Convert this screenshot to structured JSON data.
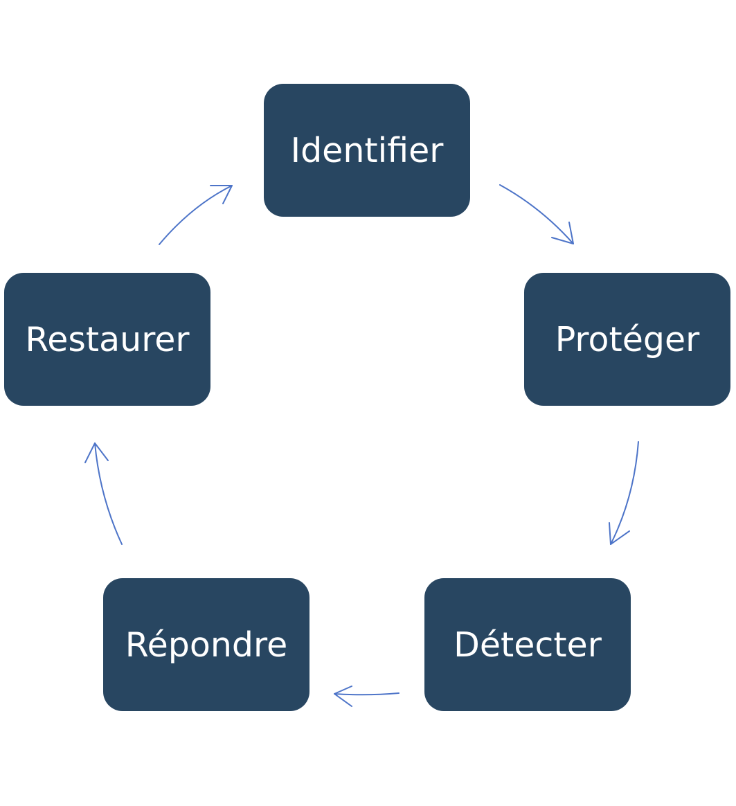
{
  "diagram": {
    "nodes": {
      "identifier": "Identifier",
      "proteger": "Protéger",
      "detecter": "Détecter",
      "repondre": "Répondre",
      "restaurer": "Restaurer"
    },
    "colors": {
      "node_fill": "#284661",
      "node_text": "#ffffff",
      "arrow": "#4d74c8",
      "background": "#ffffff"
    }
  }
}
